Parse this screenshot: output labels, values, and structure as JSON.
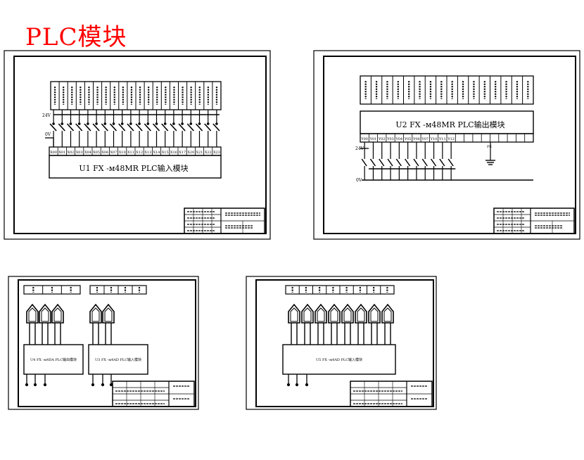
{
  "page": {
    "title": "PLC模块"
  },
  "sheets": {
    "input_module": {
      "label": "U1 FX -м48MR PLC输入模块",
      "rail_top": "24V",
      "rail_side": "0V",
      "terminals": [
        "X00",
        "X01",
        "X02",
        "X03",
        "X04",
        "X05",
        "X06",
        "X07",
        "X10",
        "X11",
        "X12",
        "X13",
        "X14",
        "X15",
        "X16",
        "X17",
        "X20",
        "X21",
        "X22",
        "X23"
      ]
    },
    "output_module": {
      "label": "U2 FX -м48MR PLC输出模块",
      "rail_top": "24V",
      "rail_bottom": "0V",
      "ground": "PE",
      "terminals": [
        "Y00",
        "Y01",
        "Y02",
        "Y03",
        "Y04",
        "Y05",
        "Y06",
        "Y07",
        "Y10",
        "Y11",
        "Y12"
      ]
    },
    "analog_modules": {
      "left_label": "U4 FX -м4DA PLC输出模块",
      "right_label": "U3 FX -м4AD PLC输入模块"
    },
    "analog_module_4": {
      "label": "U5 FX -м4AD PLC输入模块"
    }
  }
}
